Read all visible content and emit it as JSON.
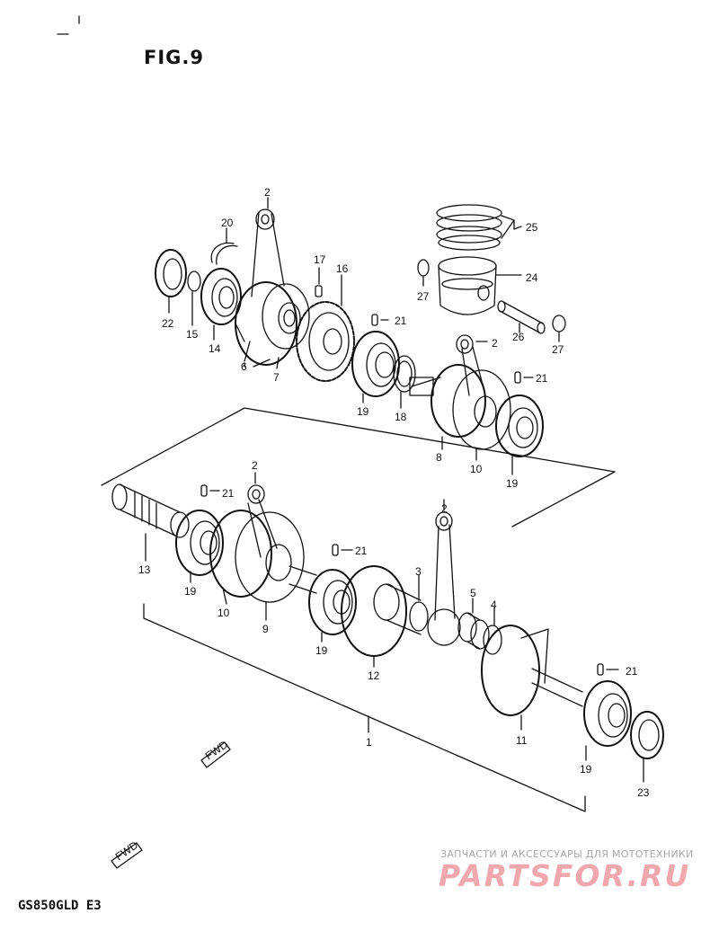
{
  "figure_title": "FIG.9",
  "model_code": "GS850GLD E3",
  "direction_label": "FWD",
  "watermark": {
    "tagline": "ЗАПЧАСТИ И АКСЕССУАРЫ ДЛЯ МОТОТЕХНИКИ",
    "logo": "PARTSFOR.RU"
  },
  "callouts": {
    "c2a": "2",
    "c20": "20",
    "c25": "25",
    "c24": "24",
    "c17": "17",
    "c16": "16",
    "c21a": "21",
    "c27a": "27",
    "c26": "26",
    "c27b": "27",
    "c22": "22",
    "c15": "15",
    "c14": "14",
    "c6": "6",
    "c7": "7",
    "c2b": "2",
    "c21b": "21",
    "c19a": "19",
    "c18": "18",
    "c8": "8",
    "c10a": "10",
    "c19b": "19",
    "c2c": "2",
    "c21c": "21",
    "c13": "13",
    "c19c": "19",
    "c10b": "10",
    "c9": "9",
    "c21d": "21",
    "c2d": "2",
    "c3": "3",
    "c5": "5",
    "c4": "4",
    "c19d": "19",
    "c12": "12",
    "c21e": "21",
    "c11": "11",
    "c19e": "19",
    "c23": "23",
    "c1": "1"
  }
}
